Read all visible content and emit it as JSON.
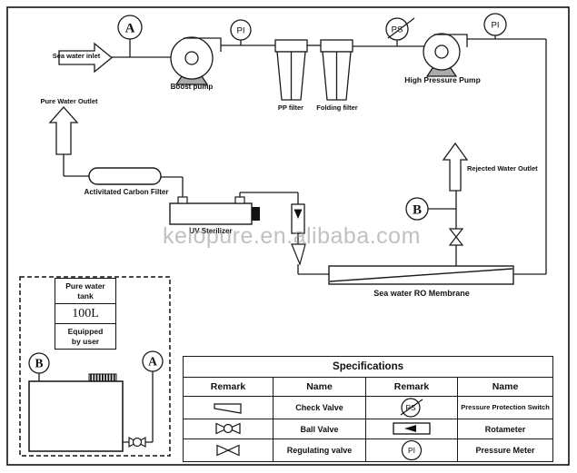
{
  "diagram": {
    "labels": {
      "sea_water_inlet": "Sea water inlet",
      "boost_pump": "Boost pump",
      "pp_filter": "PP filter",
      "folding_filter": "Folding filter",
      "high_pressure_pump": "High Pressure Pump",
      "pure_water_outlet": "Pure Water Outlet",
      "activated_carbon_filter": "Activitated Carbon Filter",
      "uv_sterilizer": "UV Sterilizer",
      "rejected_water_outlet": "Rejected Water Outlet",
      "ro_membrane": "Sea water RO Membrane"
    },
    "instruments": {
      "point_a": "A",
      "point_b": "B",
      "pressure_meter": "PI",
      "pressure_switch": "PS"
    }
  },
  "tank_box": {
    "title_line1": "Pure water",
    "title_line2": "tank",
    "capacity": "100L",
    "note_line1": "Equipped",
    "note_line2": "by user",
    "point_a": "A",
    "point_b": "B"
  },
  "spec_table": {
    "title": "Specifications",
    "headers": [
      "Remark",
      "Name",
      "Remark",
      "Name"
    ],
    "rows": [
      {
        "symbol1": "check-valve",
        "name1": "Check Valve",
        "symbol2": "pressure-protection-switch",
        "symbol2_label": "PS",
        "name2": "Pressure Protection Switch"
      },
      {
        "symbol1": "ball-valve",
        "name1": "Ball Valve",
        "symbol2": "rotameter",
        "name2": "Rotameter"
      },
      {
        "symbol1": "regulating-valve",
        "name1": "Regulating valve",
        "symbol2": "pressure-meter",
        "symbol2_label": "PI",
        "name2": "Pressure Meter"
      }
    ]
  },
  "watermark": {
    "text": "kelopure.en.alibaba.com",
    "color": "#9c9c9c"
  },
  "line_color": "#1a1a1a"
}
